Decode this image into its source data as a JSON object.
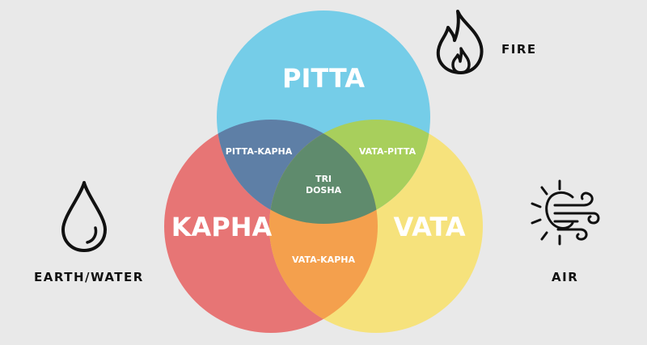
{
  "circles": {
    "pitta": {
      "label": "PITTA",
      "color": "#75cde8"
    },
    "kapha": {
      "label": "KAPHA",
      "color": "#e77575"
    },
    "vata": {
      "label": "VATA",
      "color": "#f6e27c"
    }
  },
  "overlaps": {
    "pitta_kapha": {
      "label": "PITTA-KAPHA",
      "color": "#5e7fa6"
    },
    "vata_pitta": {
      "label": "VATA-PITTA",
      "color": "#a8cf5c"
    },
    "vata_kapha": {
      "label": "VATA-KAPHA",
      "color": "#f4a04d"
    },
    "tri_dosha": {
      "label_line1": "TRI",
      "label_line2": "DOSHA",
      "color": "#5f8b6d"
    }
  },
  "elements": {
    "fire": {
      "label": "FIRE",
      "icon": "flame-icon"
    },
    "earth_water": {
      "label": "EARTH/WATER",
      "icon": "water-drop-icon"
    },
    "air": {
      "label": "AIR",
      "icon": "wind-sun-icon"
    }
  }
}
